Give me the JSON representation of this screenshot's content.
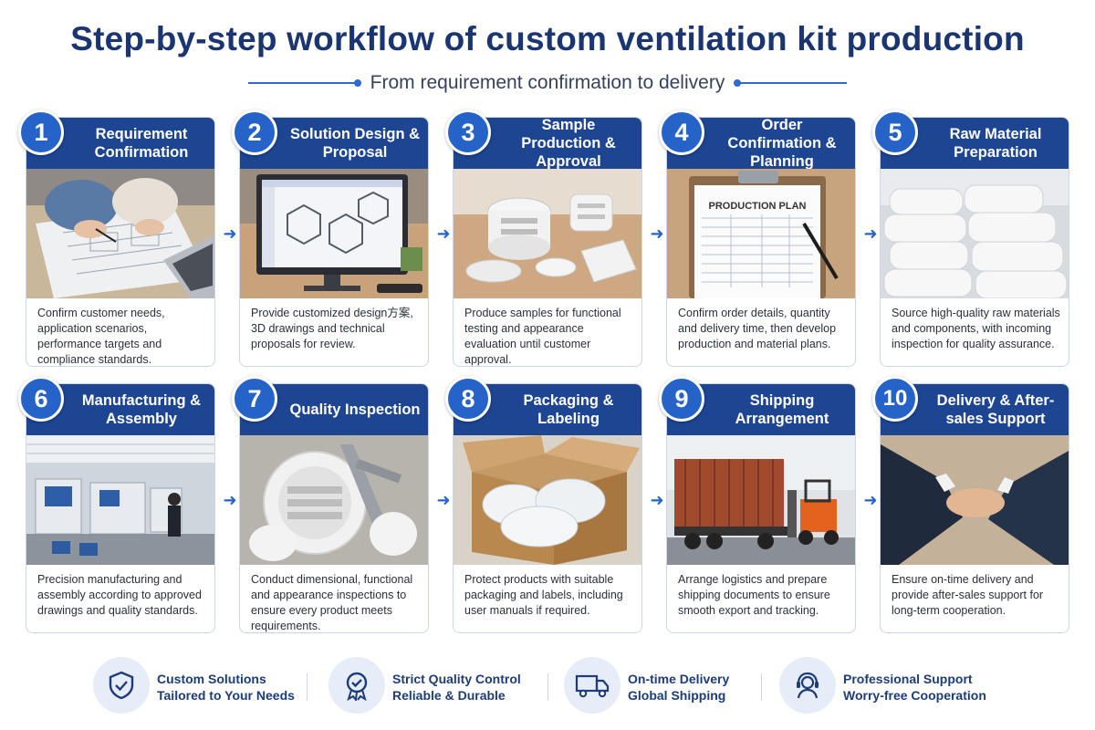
{
  "title": "Step-by-step workflow of custom ventilation kit production",
  "subtitle": "From requirement confirmation to delivery",
  "steps": [
    {
      "number": "1",
      "title": "Requirement Confirmation",
      "description": "Confirm customer needs, application scenarios, performance targets and compliance standards."
    },
    {
      "number": "2",
      "title": "Solution Design & Proposal",
      "description": "Provide customized design方案, 3D drawings and technical proposals for review."
    },
    {
      "number": "3",
      "title": "Sample Production & Approval",
      "description": "Produce samples for functional testing and appearance evaluation until customer approval."
    },
    {
      "number": "4",
      "title": "Order Confirmation & Planning",
      "description": "Confirm order details, quantity and delivery time, then develop production and material plans."
    },
    {
      "number": "5",
      "title": "Raw Material Preparation",
      "description": "Source high-quality raw materials and components, with incoming inspection for quality assurance."
    },
    {
      "number": "6",
      "title": "Manufacturing & Assembly",
      "description": "Precision manufacturing and assembly according to approved drawings and quality standards."
    },
    {
      "number": "7",
      "title": "Quality Inspection",
      "description": "Conduct dimensional, functional and appearance inspections to ensure every product meets requirements."
    },
    {
      "number": "8",
      "title": "Packaging & Labeling",
      "description": "Protect products with suitable packaging and labels, including user manuals if required."
    },
    {
      "number": "9",
      "title": "Shipping Arrangement",
      "description": "Arrange logistics and prepare shipping documents to ensure smooth export and tracking."
    },
    {
      "number": "10",
      "title": "Delivery & After-sales Support",
      "description": "Ensure on-time delivery and provide after-sales support for long-term cooperation."
    }
  ],
  "image_labels": {
    "production_plan": "PRODUCTION PLAN"
  },
  "features": [
    {
      "icon": "shield-check-icon",
      "line1": "Custom Solutions",
      "line2": "Tailored to Your Needs"
    },
    {
      "icon": "quality-badge-icon",
      "line1": "Strict Quality Control",
      "line2": "Reliable & Durable"
    },
    {
      "icon": "delivery-truck-icon",
      "line1": "On-time Delivery",
      "line2": "Global Shipping"
    },
    {
      "icon": "headset-support-icon",
      "line1": "Professional Support",
      "line2": "Worry-free Cooperation"
    }
  ],
  "colors": {
    "header_blue": "#1d4591",
    "accent_blue": "#2563c8",
    "title_blue": "#1a3570"
  }
}
